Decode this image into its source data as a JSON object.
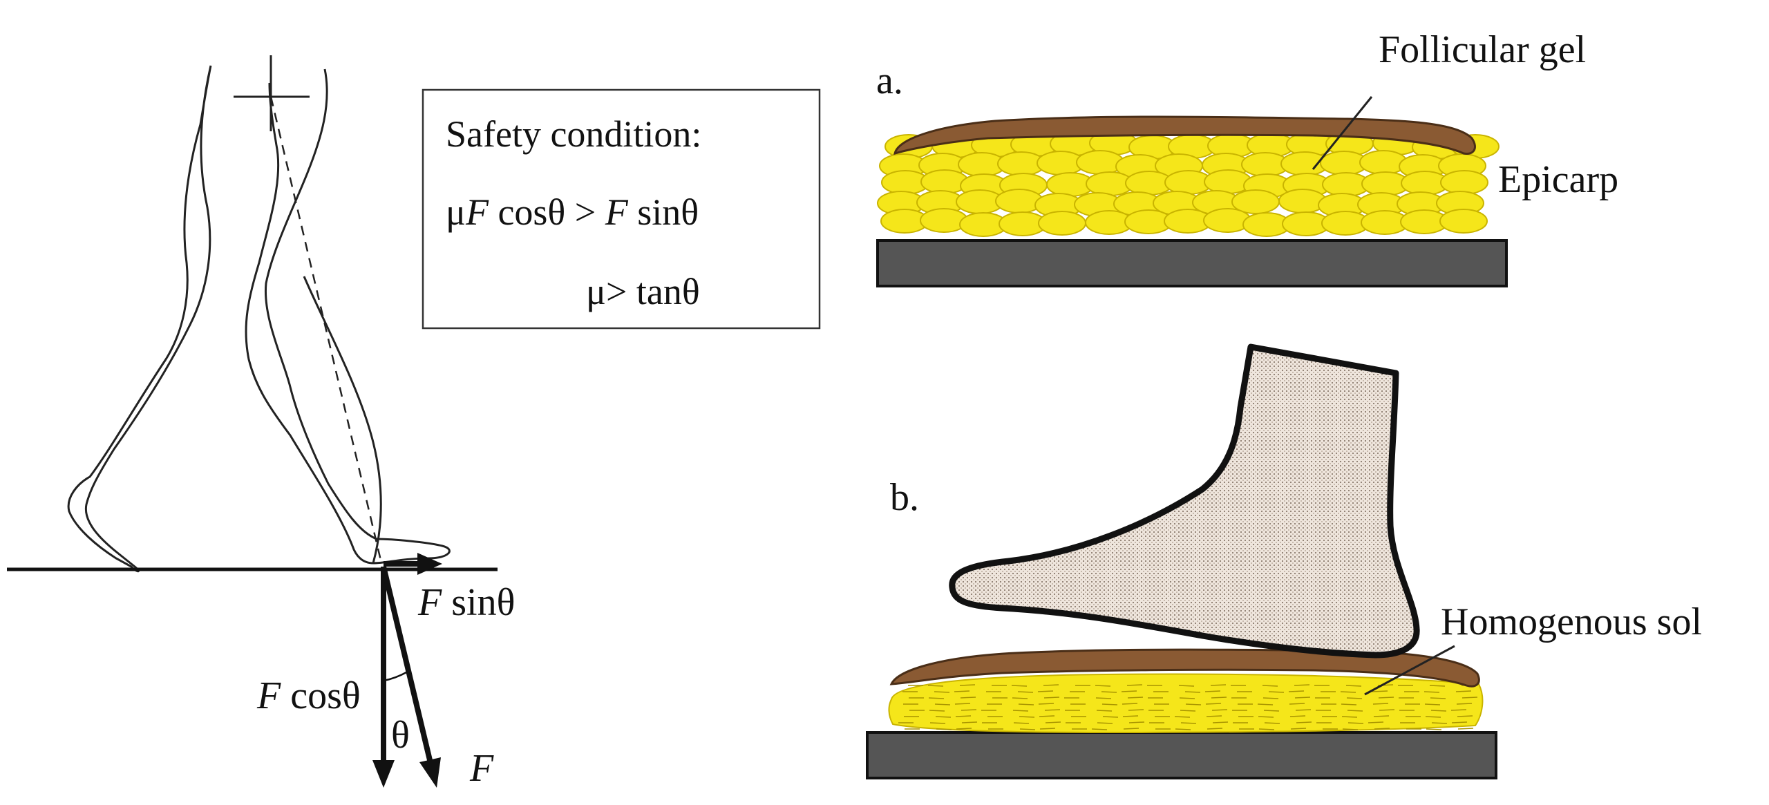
{
  "safety_box": {
    "title": "Safety condition:",
    "line1": {
      "mu": "μ",
      "F1": "F",
      "cos": " cosθ > ",
      "F2": "F",
      "sin": " sinθ"
    },
    "line2": "μ>  tanθ"
  },
  "forces": {
    "f_sin": {
      "F": "F",
      "rest": " sinθ"
    },
    "f_cos": {
      "F": "F",
      "rest": " cosθ"
    },
    "theta": "θ",
    "f": "F"
  },
  "panel_a": {
    "letter": "a.",
    "label_gel": "Follicular gel",
    "label_epicarp": "Epicarp"
  },
  "panel_b": {
    "letter": "b.",
    "label_sol": "Homogenous sol"
  },
  "colors": {
    "epicarp_brown": "#8a5a33",
    "cell_yellow": "#f5e61a",
    "cell_stroke": "#c9b400",
    "ground_gray": "#555555",
    "foot_fill": "#e8ddd2"
  }
}
